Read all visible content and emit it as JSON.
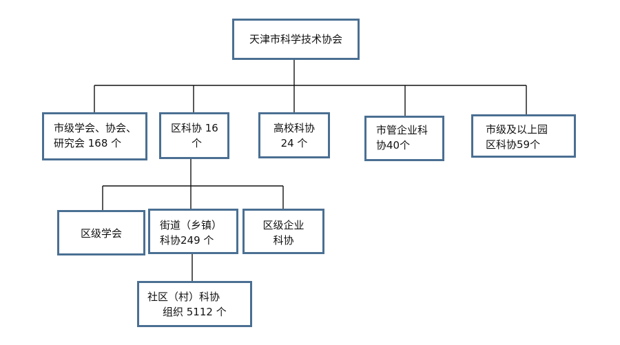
{
  "diagram": {
    "root": {
      "lines": [
        "天津市科学技术协会"
      ]
    },
    "level1": [
      {
        "id": "city-societies",
        "lines": [
          "市级学会、协会、",
          "研究会 168 个"
        ]
      },
      {
        "id": "district-sta",
        "lines": [
          "区科协 16",
          "个"
        ]
      },
      {
        "id": "university-sta",
        "lines": [
          "高校科协",
          "24 个"
        ]
      },
      {
        "id": "city-enterprise-sta",
        "lines": [
          "市管企业科",
          "协40个"
        ]
      },
      {
        "id": "park-sta",
        "lines": [
          "市级及以上园",
          "区科协59个"
        ]
      }
    ],
    "level2": [
      {
        "id": "district-societies",
        "lines": [
          "区级学会"
        ]
      },
      {
        "id": "street-sta",
        "lines": [
          "街道（乡镇）",
          "科协249 个"
        ]
      },
      {
        "id": "district-enterprise-sta",
        "lines": [
          "区级企业",
          "科协"
        ]
      }
    ],
    "level3": [
      {
        "id": "community-sta",
        "lines": [
          "社区（村）科协",
          "组织 5112 个"
        ]
      }
    ]
  }
}
